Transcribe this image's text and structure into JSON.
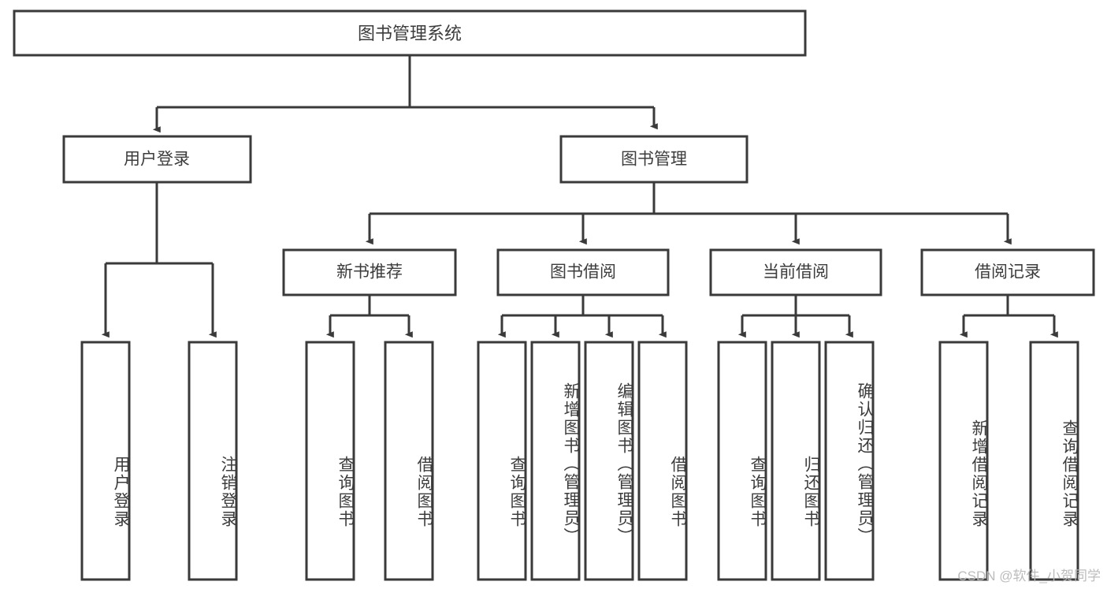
{
  "diagram": {
    "type": "hierarchy-tree",
    "title": "图书管理系统",
    "root": {
      "id": "root",
      "label": "图书管理系统"
    },
    "level1": [
      {
        "id": "user-login",
        "label": "用户登录"
      },
      {
        "id": "book-manage",
        "label": "图书管理"
      }
    ],
    "level2": [
      {
        "id": "new-book-rec",
        "label": "新书推荐",
        "parent": "book-manage"
      },
      {
        "id": "book-borrow",
        "label": "图书借阅",
        "parent": "book-manage"
      },
      {
        "id": "current-borrow",
        "label": "当前借阅",
        "parent": "book-manage"
      },
      {
        "id": "borrow-record",
        "label": "借阅记录",
        "parent": "book-manage"
      }
    ],
    "leaves": {
      "user-login": [
        {
          "id": "leaf-user-login",
          "label": "用户登录"
        },
        {
          "id": "leaf-user-logout",
          "label": "注销登录"
        }
      ],
      "new-book-rec": [
        {
          "id": "leaf-query-book-1",
          "label": "查询图书"
        },
        {
          "id": "leaf-borrow-book-1",
          "label": "借阅图书"
        }
      ],
      "book-borrow": [
        {
          "id": "leaf-query-book-2",
          "label": "查询图书"
        },
        {
          "id": "leaf-add-book",
          "label": "新增图书（管理员）"
        },
        {
          "id": "leaf-edit-book",
          "label": "编辑图书（管理员）"
        },
        {
          "id": "leaf-borrow-book-2",
          "label": "借阅图书"
        }
      ],
      "current-borrow": [
        {
          "id": "leaf-query-book-3",
          "label": "查询图书"
        },
        {
          "id": "leaf-return-book",
          "label": "归还图书"
        },
        {
          "id": "leaf-confirm-return",
          "label": "确认归还（管理员）"
        }
      ],
      "borrow-record": [
        {
          "id": "leaf-add-record",
          "label": "新增借阅记录"
        },
        {
          "id": "leaf-query-record",
          "label": "查询借阅记录"
        }
      ]
    }
  },
  "watermark": {
    "text": "CSDN @软件_小贺同学"
  },
  "colors": {
    "stroke": "#3a3a3a",
    "text": "#3c3c3c",
    "background": "#ffffff",
    "watermark": "#b9b9b9"
  }
}
